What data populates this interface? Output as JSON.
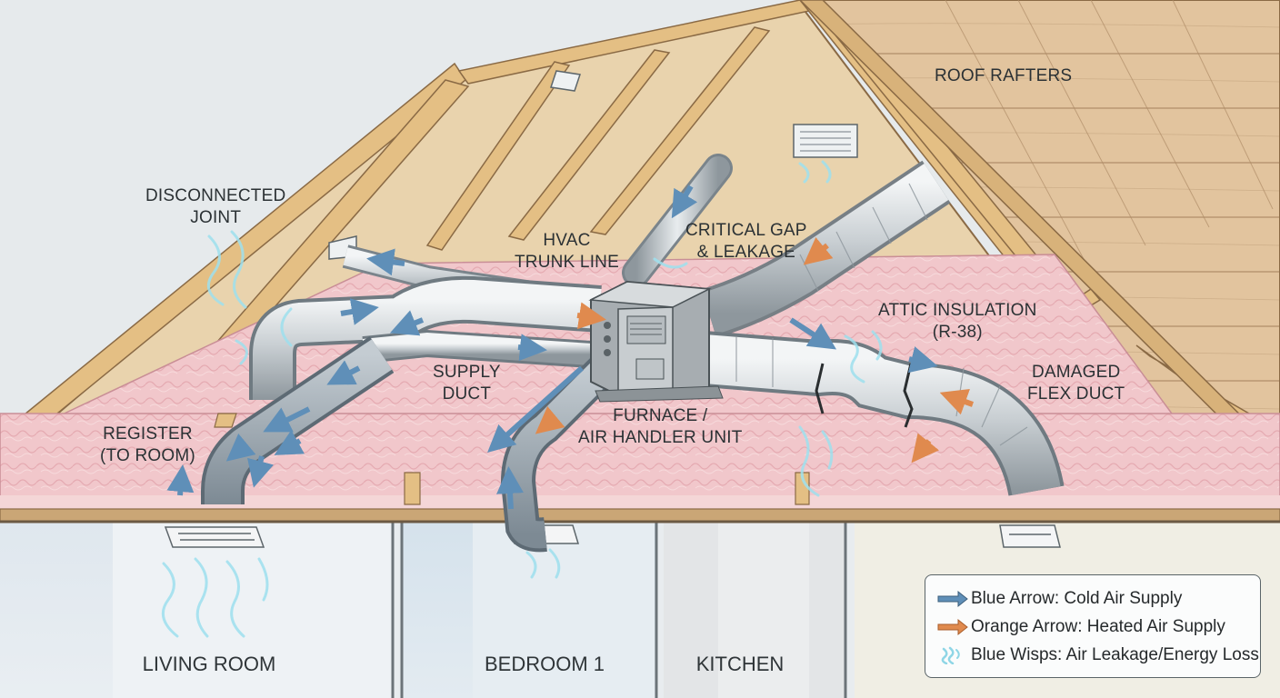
{
  "labels": {
    "roof_rafters": "ROOF RAFTERS",
    "disconnected_joint": [
      "DISCONNECTED",
      "JOINT"
    ],
    "hvac_trunk_line": [
      "HVAC",
      "TRUNK LINE"
    ],
    "critical_gap": [
      "CRITICAL GAP",
      "& LEAKAGE"
    ],
    "attic_insulation": [
      "ATTIC INSULATION",
      "(R-38)"
    ],
    "damaged_flex_duct": [
      "DAMAGED",
      "FLEX DUCT"
    ],
    "supply_duct": [
      "SUPPLY",
      "DUCT"
    ],
    "furnace": [
      "FURNACE /",
      "AIR HANDLER UNIT"
    ],
    "register": [
      "REGISTER",
      "(TO ROOM)"
    ]
  },
  "rooms": [
    "LIVING ROOM",
    "BEDROOM 1",
    "KITCHEN"
  ],
  "legend": [
    {
      "icon": "blue-arrow-icon",
      "color": "#5f8fb8",
      "text": "Blue Arrow: Cold Air Supply"
    },
    {
      "icon": "orange-arrow-icon",
      "color": "#e08a4e",
      "text": "Orange Arrow: Heated Air Supply"
    },
    {
      "icon": "blue-wisps-icon",
      "color": "#8fd6e6",
      "text": "Blue Wisps: Air Leakage/Energy Loss"
    }
  ],
  "colors": {
    "cold_arrow": "#5f8fb8",
    "hot_arrow": "#e08a4e",
    "leak_wisp": "#9ee0ee",
    "insulation": "#f1c7cb",
    "wood": "#e4bf84",
    "roof_deck": "#e2c49e"
  }
}
